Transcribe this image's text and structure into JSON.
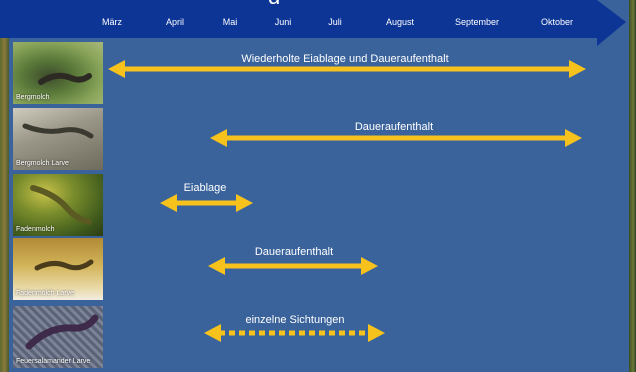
{
  "title_fragment": "g",
  "months": [
    "März",
    "April",
    "Mai",
    "Juni",
    "Juli",
    "August",
    "September",
    "Oktober"
  ],
  "colors": {
    "background": "#3a639c",
    "timeline": "#0c3596",
    "bar": "#f7c21c",
    "text": "#ffffff"
  },
  "thumbnails": [
    {
      "label": "Bergmolch"
    },
    {
      "label": "Bergmolch Larve"
    },
    {
      "label": "Fadenmolch"
    },
    {
      "label": "Fadenmolch Larve"
    },
    {
      "label": "Feuersalamander Larve"
    }
  ],
  "bars": [
    {
      "label": "Wiederholte Eiablage und Daueraufenthalt",
      "style": "solid"
    },
    {
      "label": "Daueraufenthalt",
      "style": "solid"
    },
    {
      "label": "Eiablage",
      "style": "solid"
    },
    {
      "label": "Daueraufenthalt",
      "style": "solid"
    },
    {
      "label": "einzelne Sichtungen",
      "style": "dotted"
    }
  ]
}
